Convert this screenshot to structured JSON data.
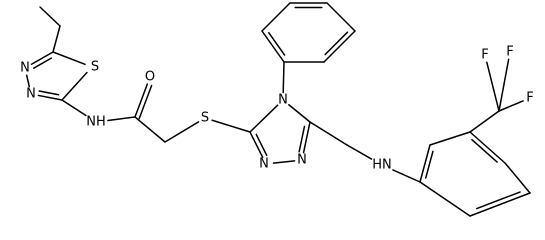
{
  "molecule": {
    "atoms": [
      {
        "id": "c_ethyl_ch3",
        "el": "C",
        "label": ""
      },
      {
        "id": "c_ethyl_ch2",
        "el": "C",
        "label": ""
      },
      {
        "id": "c_td_c5",
        "el": "C",
        "label": ""
      },
      {
        "id": "s_td",
        "el": "S",
        "label": "S"
      },
      {
        "id": "n_td_4",
        "el": "N",
        "label": "N"
      },
      {
        "id": "n_td_3",
        "el": "N",
        "label": "N"
      },
      {
        "id": "c_td_c2",
        "el": "C",
        "label": ""
      },
      {
        "id": "n_amide",
        "el": "N",
        "label": "NH"
      },
      {
        "id": "c_carbonyl",
        "el": "C",
        "label": ""
      },
      {
        "id": "o_carbonyl",
        "el": "O",
        "label": "O"
      },
      {
        "id": "c_methylene",
        "el": "C",
        "label": ""
      },
      {
        "id": "s_thio",
        "el": "S",
        "label": "S"
      },
      {
        "id": "c_tz_c3",
        "el": "C",
        "label": ""
      },
      {
        "id": "n_tz_4",
        "el": "N",
        "label": "N"
      },
      {
        "id": "c_tz_c5",
        "el": "C",
        "label": ""
      },
      {
        "id": "n_tz_1",
        "el": "N",
        "label": "N"
      },
      {
        "id": "n_tz_2",
        "el": "N",
        "label": "N"
      },
      {
        "id": "c_ph_1",
        "el": "C",
        "label": ""
      },
      {
        "id": "c_ph_2",
        "el": "C",
        "label": ""
      },
      {
        "id": "c_ph_3",
        "el": "C",
        "label": ""
      },
      {
        "id": "c_ph_4",
        "el": "C",
        "label": ""
      },
      {
        "id": "c_ph_5",
        "el": "C",
        "label": ""
      },
      {
        "id": "c_ph_6",
        "el": "C",
        "label": ""
      },
      {
        "id": "c_ch2_link",
        "el": "C",
        "label": ""
      },
      {
        "id": "n_aniline",
        "el": "N",
        "label": "HN"
      },
      {
        "id": "c_ar_1",
        "el": "C",
        "label": ""
      },
      {
        "id": "c_ar_2",
        "el": "C",
        "label": ""
      },
      {
        "id": "c_ar_3",
        "el": "C",
        "label": ""
      },
      {
        "id": "c_ar_4",
        "el": "C",
        "label": ""
      },
      {
        "id": "c_ar_5",
        "el": "C",
        "label": ""
      },
      {
        "id": "c_ar_6",
        "el": "C",
        "label": ""
      },
      {
        "id": "c_cf3",
        "el": "C",
        "label": ""
      },
      {
        "id": "f_1",
        "el": "F",
        "label": "F"
      },
      {
        "id": "f_2",
        "el": "F",
        "label": "F"
      },
      {
        "id": "f_3",
        "el": "F",
        "label": "F"
      }
    ],
    "bonds": [
      {
        "a": 0,
        "b": 1,
        "order": 1
      },
      {
        "a": 1,
        "b": 2,
        "order": 1
      },
      {
        "a": 2,
        "b": 3,
        "order": 1
      },
      {
        "a": 2,
        "b": 4,
        "order": 2
      },
      {
        "a": 4,
        "b": 5,
        "order": 1
      },
      {
        "a": 5,
        "b": 6,
        "order": 2
      },
      {
        "a": 6,
        "b": 3,
        "order": 1
      },
      {
        "a": 6,
        "b": 7,
        "order": 1
      },
      {
        "a": 7,
        "b": 8,
        "order": 1
      },
      {
        "a": 8,
        "b": 9,
        "order": 2
      },
      {
        "a": 8,
        "b": 10,
        "order": 1
      },
      {
        "a": 10,
        "b": 11,
        "order": 1
      },
      {
        "a": 11,
        "b": 12,
        "order": 1
      },
      {
        "a": 12,
        "b": 13,
        "order": 1
      },
      {
        "a": 13,
        "b": 14,
        "order": 1
      },
      {
        "a": 14,
        "b": 15,
        "order": 2
      },
      {
        "a": 15,
        "b": 16,
        "order": 1
      },
      {
        "a": 16,
        "b": 12,
        "order": 2
      },
      {
        "a": 13,
        "b": 17,
        "order": 1
      },
      {
        "a": 17,
        "b": 18,
        "order": 2
      },
      {
        "a": 18,
        "b": 19,
        "order": 1
      },
      {
        "a": 19,
        "b": 20,
        "order": 2
      },
      {
        "a": 20,
        "b": 21,
        "order": 1
      },
      {
        "a": 21,
        "b": 22,
        "order": 2
      },
      {
        "a": 22,
        "b": 17,
        "order": 1
      },
      {
        "a": 14,
        "b": 23,
        "order": 1
      },
      {
        "a": 23,
        "b": 24,
        "order": 1
      },
      {
        "a": 24,
        "b": 25,
        "order": 1
      },
      {
        "a": 25,
        "b": 26,
        "order": 2
      },
      {
        "a": 26,
        "b": 27,
        "order": 1
      },
      {
        "a": 27,
        "b": 28,
        "order": 2
      },
      {
        "a": 28,
        "b": 29,
        "order": 1
      },
      {
        "a": 29,
        "b": 30,
        "order": 2
      },
      {
        "a": 30,
        "b": 25,
        "order": 1
      },
      {
        "a": 27,
        "b": 31,
        "order": 1
      },
      {
        "a": 31,
        "b": 32,
        "order": 1
      },
      {
        "a": 31,
        "b": 33,
        "order": 1
      },
      {
        "a": 31,
        "b": 34,
        "order": 1
      }
    ]
  }
}
